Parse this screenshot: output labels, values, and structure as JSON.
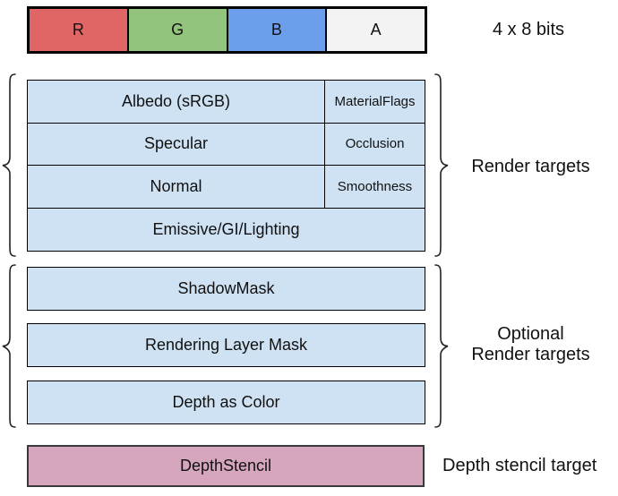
{
  "diagram": {
    "format_bar": {
      "channels": [
        {
          "label": "R",
          "color": "#e06666"
        },
        {
          "label": "G",
          "color": "#93c47d"
        },
        {
          "label": "B",
          "color": "#6d9eeb"
        },
        {
          "label": "A",
          "color": "#f3f3f3"
        }
      ],
      "bits_label": "4 x 8 bits"
    },
    "render_targets": {
      "section_label": "Render targets",
      "cell_color": "#cfe2f3",
      "rows": [
        {
          "main": "Albedo (sRGB)",
          "aux": "MaterialFlags"
        },
        {
          "main": "Specular",
          "aux": "Occlusion"
        },
        {
          "main": "Normal",
          "aux": "Smoothness"
        },
        {
          "main": "Emissive/GI/Lighting"
        }
      ]
    },
    "optional_render_targets": {
      "section_label_line1": "Optional",
      "section_label_line2": "Render targets",
      "cell_color": "#cfe2f3",
      "boxes": [
        {
          "label": "ShadowMask"
        },
        {
          "label": "Rendering Layer Mask"
        },
        {
          "label": "Depth as Color"
        }
      ]
    },
    "depth_stencil": {
      "section_label": "Depth stencil target",
      "cell_color": "#d5a6bd",
      "box_label": "DepthStencil"
    }
  }
}
